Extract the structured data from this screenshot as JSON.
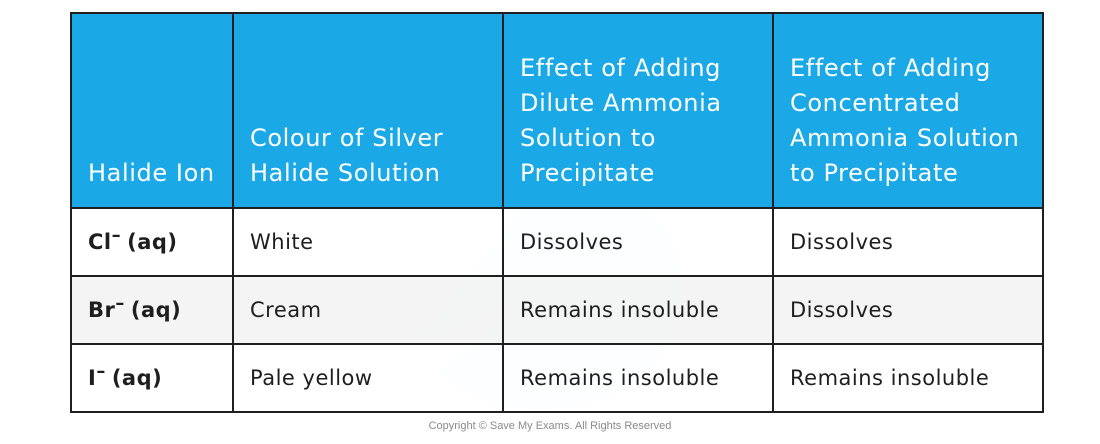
{
  "table": {
    "headers": [
      "Halide Ion",
      "Colour of Silver Halide Solution",
      "Effect of Adding Dilute Ammonia Solution to Precipitate",
      "Effect of Adding Concentrated Ammonia Solution to Precipitate"
    ],
    "rows": [
      {
        "ion": "Cl",
        "charge": "–",
        "state": "(aq)",
        "colour": "White",
        "dilute": "Dissolves",
        "concentrated": "Dissolves"
      },
      {
        "ion": "Br",
        "charge": "–",
        "state": "(aq)",
        "colour": "Cream",
        "dilute": "Remains insoluble",
        "concentrated": "Dissolves"
      },
      {
        "ion": "I",
        "charge": "–",
        "state": "(aq)",
        "colour": "Pale yellow",
        "dilute": "Remains insoluble",
        "concentrated": "Remains insoluble"
      }
    ]
  },
  "footer": {
    "copyright": "Copyright © Save My Exams. All Rights Reserved"
  },
  "colors": {
    "header_bg": "#1aa9e6",
    "border": "#1f1f1f",
    "alt_row": "#f3f3f3"
  }
}
